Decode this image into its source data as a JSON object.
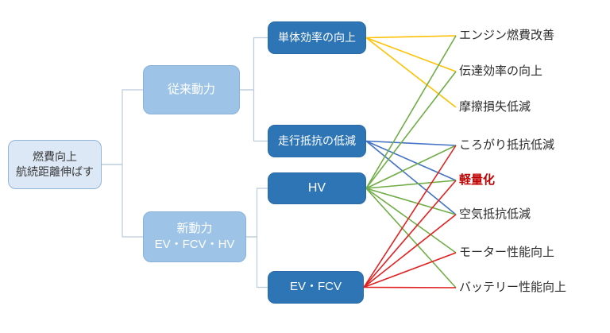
{
  "diagram": {
    "goal": {
      "line1": "燃費向上",
      "line2": "航続距離伸ばす"
    },
    "groups": {
      "conventional": {
        "label": "従来動力"
      },
      "new_power": {
        "line1": "新動力",
        "line2": "EV・FCV・HV"
      }
    },
    "strategies": {
      "unit_efficiency": {
        "label": "単体効率の向上"
      },
      "running_resistance": {
        "label": "走行抵抗の低減"
      },
      "hv": {
        "label": "HV"
      },
      "ev_fcv": {
        "label": "EV・FCV"
      }
    },
    "outcomes": [
      {
        "id": "engine",
        "label": "エンジン燃費改善",
        "emphasis": false
      },
      {
        "id": "transmission",
        "label": "伝達効率の向上",
        "emphasis": false
      },
      {
        "id": "friction",
        "label": "摩擦損失低減",
        "emphasis": false
      },
      {
        "id": "rolling",
        "label": "ころがり抵抗低減",
        "emphasis": false
      },
      {
        "id": "weight",
        "label": "軽量化",
        "emphasis": true
      },
      {
        "id": "air",
        "label": "空気抵抗低減",
        "emphasis": false
      },
      {
        "id": "motor",
        "label": "モーター性能向上",
        "emphasis": false
      },
      {
        "id": "battery",
        "label": "バッテリー性能向上",
        "emphasis": false
      }
    ],
    "edges": [
      {
        "from": "unit_efficiency",
        "color": "#FFC000",
        "to": [
          "engine",
          "transmission",
          "friction"
        ]
      },
      {
        "from": "running_resistance",
        "color": "#4472C4",
        "to": [
          "rolling",
          "weight",
          "air"
        ]
      },
      {
        "from": "hv",
        "color": "#70AD47",
        "to": [
          "engine",
          "transmission",
          "rolling",
          "weight",
          "air",
          "motor",
          "battery"
        ]
      },
      {
        "from": "ev_fcv",
        "color": "#E02222",
        "to": [
          "rolling",
          "weight",
          "air",
          "motor",
          "battery"
        ]
      }
    ],
    "tree_links": [
      {
        "from": "goal",
        "to": "conventional"
      },
      {
        "from": "goal",
        "to": "new_power"
      },
      {
        "from": "conventional",
        "to": "unit_efficiency"
      },
      {
        "from": "conventional",
        "to": "running_resistance"
      },
      {
        "from": "new_power",
        "to": "hv"
      },
      {
        "from": "new_power",
        "to": "ev_fcv"
      }
    ],
    "colors": {
      "connector": "#BCCBD9",
      "emphasis_text": "#C00000",
      "goal_fill": "#DCE8F5",
      "group_fill": "#9DC3E6",
      "strategy_fill": "#2E75B6",
      "unit_efficiency_edges": "#FFC000",
      "running_resistance_edges": "#4472C4",
      "hv_edges": "#70AD47",
      "ev_fcv_edges": "#E02222"
    }
  }
}
